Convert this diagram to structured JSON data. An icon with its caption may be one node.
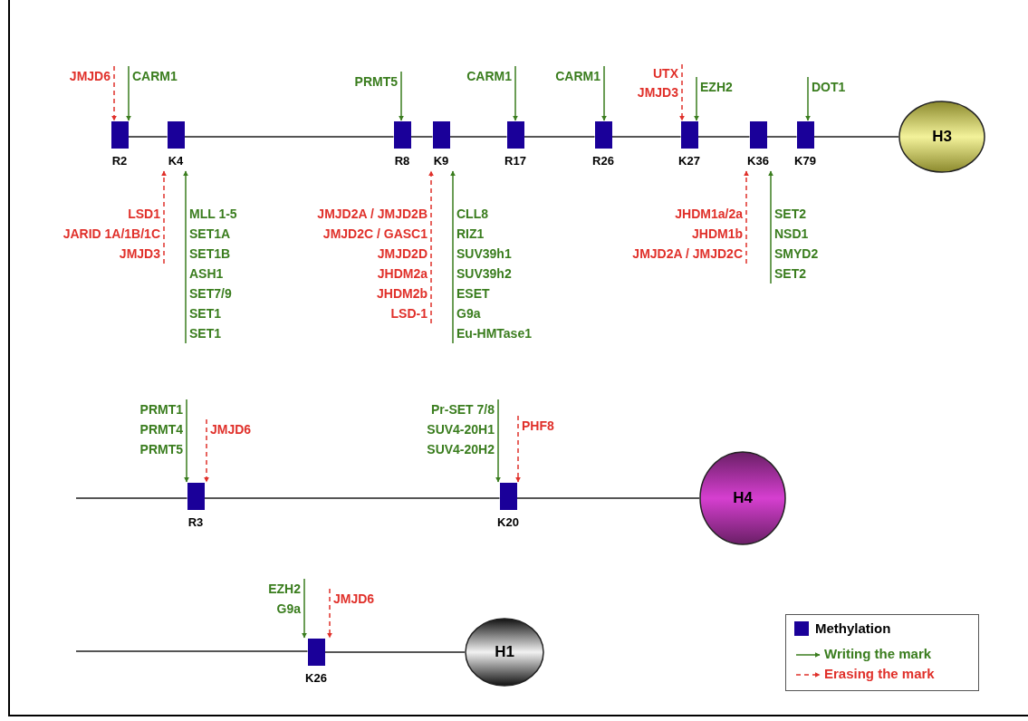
{
  "diagram": {
    "nodes": [
      {
        "text": [
          "JMJD6"
        ]
      },
      {
        "text": [
          "CARM1"
        ]
      },
      {
        "text": [
          "PRMT5"
        ]
      },
      {
        "text": [
          "CARM1"
        ]
      },
      {
        "text": [
          "CARM1"
        ]
      },
      {
        "text": [
          "UTX",
          "JMJD3"
        ]
      },
      {
        "text": [
          "EZH2"
        ]
      },
      {
        "text": [
          "DOT1"
        ]
      },
      {
        "text": [],
        "shape": "box",
        "beside": [
          "R2"
        ]
      },
      {
        "text": [],
        "shape": "box",
        "beside": [
          "K4"
        ]
      },
      {
        "text": [],
        "shape": "box",
        "beside": [
          "R8"
        ]
      },
      {
        "text": [],
        "shape": "box",
        "beside": [
          "K9"
        ]
      },
      {
        "text": [],
        "shape": "box",
        "beside": [
          "R17"
        ]
      },
      {
        "text": [],
        "shape": "box",
        "beside": [
          "R26"
        ]
      },
      {
        "text": [],
        "shape": "box",
        "beside": [
          "K27"
        ]
      },
      {
        "text": [],
        "shape": "box",
        "beside": [
          "K36"
        ]
      },
      {
        "text": [],
        "shape": "box",
        "beside": [
          "K79"
        ]
      },
      {
        "text": [
          "H3"
        ]
      },
      {
        "text": [
          "LSD1",
          "JARID 1A/1B/1C",
          "JMJD3"
        ]
      },
      {
        "text": [
          "MLL 1-5",
          "SET1A",
          "SET1B",
          "ASH1",
          "SET7/9",
          "SET1",
          "SET1"
        ]
      },
      {
        "text": [
          "JMJD2A / JMJD2B",
          "JMJD2C / GASC1",
          "JMJD2D",
          "JHDM2a",
          "JHDM2b",
          "LSD-1"
        ]
      },
      {
        "text": [
          "CLL8",
          "RIZ1",
          "SUV39h1",
          "SUV39h2",
          "ESET",
          "G9a",
          "Eu-HMTase1"
        ]
      },
      {
        "text": [
          "JHDM1a/2a",
          "JHDM1b",
          "JMJD2A / JMJD2C"
        ]
      },
      {
        "text": [
          "SET2",
          "NSD1",
          "SMYD2",
          "SET2"
        ]
      },
      {
        "text": [
          "PRMT1",
          "PRMT4",
          "PRMT5"
        ]
      },
      {
        "text": [
          "JMJD6"
        ]
      },
      {
        "text": [
          "Pr-SET 7/8",
          "SUV4-20H1",
          "SUV4-20H2"
        ]
      },
      {
        "text": [
          "PHF8"
        ]
      },
      {
        "text": [],
        "shape": "box",
        "beside": [
          "R3"
        ]
      },
      {
        "text": [],
        "shape": "box",
        "beside": [
          "K20"
        ]
      },
      {
        "text": [
          "H4"
        ]
      },
      {
        "text": [
          "EZH2",
          "G9a"
        ]
      },
      {
        "text": [
          "JMJD6"
        ]
      },
      {
        "text": [],
        "shape": "box",
        "beside": [
          "K26"
        ]
      },
      {
        "text": [
          "H1"
        ]
      }
    ],
    "edges": [
      {
        "from": 0,
        "to": 8,
        "arrow": "to",
        "style": "dashed",
        "color": "#e0302a"
      },
      {
        "from": 1,
        "to": 8,
        "arrow": "to"
      },
      {
        "from": 2,
        "to": 10,
        "arrow": "to"
      },
      {
        "from": 3,
        "to": 12,
        "arrow": "to"
      },
      {
        "from": 4,
        "to": 13,
        "arrow": "to"
      },
      {
        "from": 5,
        "to": 14,
        "arrow": "to",
        "style": "dashed",
        "color": "#e0302a"
      },
      {
        "from": 6,
        "to": 14,
        "arrow": "to"
      },
      {
        "from": 7,
        "to": 16,
        "arrow": "to"
      },
      {
        "from": 18,
        "to": 9,
        "arrow": "to",
        "style": "dashed",
        "color": "#e0302a"
      },
      {
        "from": 19,
        "to": 9,
        "arrow": "to"
      },
      {
        "from": 20,
        "to": 11,
        "arrow": "to",
        "style": "dashed",
        "color": "#e0302a"
      },
      {
        "from": 21,
        "to": 11,
        "arrow": "to"
      },
      {
        "from": 22,
        "to": 15,
        "arrow": "to",
        "style": "dashed",
        "color": "#e0302a"
      },
      {
        "from": 23,
        "to": 15,
        "arrow": "to"
      },
      {
        "from": 24,
        "to": 28,
        "arrow": "to"
      },
      {
        "from": 25,
        "to": 28,
        "arrow": "to",
        "style": "dashed",
        "color": "#e0302a"
      },
      {
        "from": 26,
        "to": 29,
        "arrow": "to"
      },
      {
        "from": 27,
        "to": 29,
        "arrow": "to",
        "style": "dashed",
        "color": "#e0302a"
      },
      {
        "from": 31,
        "to": 33,
        "arrow": "to"
      },
      {
        "from": 32,
        "to": 33,
        "arrow": "to",
        "style": "dashed",
        "color": "#e0302a"
      },
      {
        "from": 8,
        "to": 9,
        "arrow": "none",
        "color": "#555555"
      },
      {
        "from": 9,
        "to": 10,
        "arrow": "none",
        "color": "#555555"
      },
      {
        "from": 10,
        "to": 11,
        "arrow": "none",
        "color": "#555555"
      },
      {
        "from": 11,
        "to": 12,
        "arrow": "none",
        "color": "#555555"
      },
      {
        "from": 12,
        "to": 13,
        "arrow": "none",
        "color": "#555555"
      },
      {
        "from": 13,
        "to": 14,
        "arrow": "none",
        "color": "#555555"
      },
      {
        "from": 14,
        "to": 15,
        "arrow": "none",
        "color": "#555555"
      },
      {
        "from": 15,
        "to": 16,
        "arrow": "none",
        "color": "#555555"
      },
      {
        "from": 16,
        "to": 17,
        "arrow": "none",
        "color": "#555555"
      },
      {
        "from": null,
        "to": 28,
        "arrow": "none",
        "color": "#555555"
      },
      {
        "from": 28,
        "to": 29,
        "arrow": "none",
        "color": "#555555"
      },
      {
        "from": 29,
        "to": 30,
        "arrow": "none",
        "color": "#555555"
      },
      {
        "from": null,
        "to": 33,
        "arrow": "none",
        "color": "#555555"
      },
      {
        "from": 33,
        "to": 34,
        "arrow": "none",
        "color": "#555555"
      }
    ],
    "legend": [
      {
        "text": "Methylation",
        "color": "#1a0099"
      },
      {
        "text": "Writing the mark"
      },
      {
        "text": "Erasing the mark"
      }
    ]
  }
}
